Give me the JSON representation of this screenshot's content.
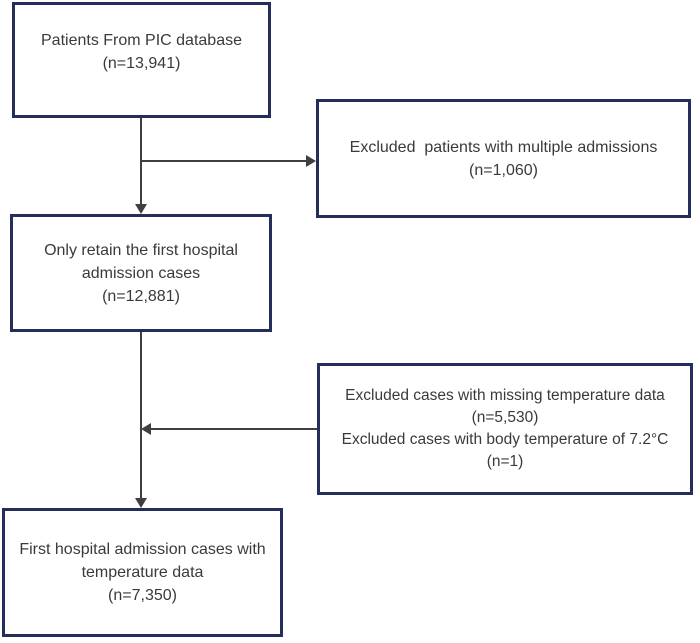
{
  "flowchart": {
    "boxes": {
      "pic_database": {
        "lines": [
          "Patients From PIC database",
          "(n=13,941)"
        ]
      },
      "excluded_multiple_admissions": {
        "lines": [
          "Excluded  patients with multiple admissions",
          "(n=1,060)"
        ]
      },
      "first_admission_cases": {
        "lines": [
          "Only retain the first hospital",
          "admission cases",
          "(n=12,881)"
        ]
      },
      "excluded_temperature_cases": {
        "lines": [
          "Excluded cases with missing temperature data",
          "(n=5,530)",
          "Excluded cases with body temperature of 7.2°C",
          "(n=1)"
        ]
      },
      "final_cohort": {
        "lines": [
          "First hospital admission cases with",
          "temperature data",
          "(n=7,350)"
        ]
      }
    }
  },
  "colors": {
    "box_border": "#232e5b",
    "line": "#3f3f41",
    "text": "#3a3a3a",
    "background": "#ffffff"
  }
}
